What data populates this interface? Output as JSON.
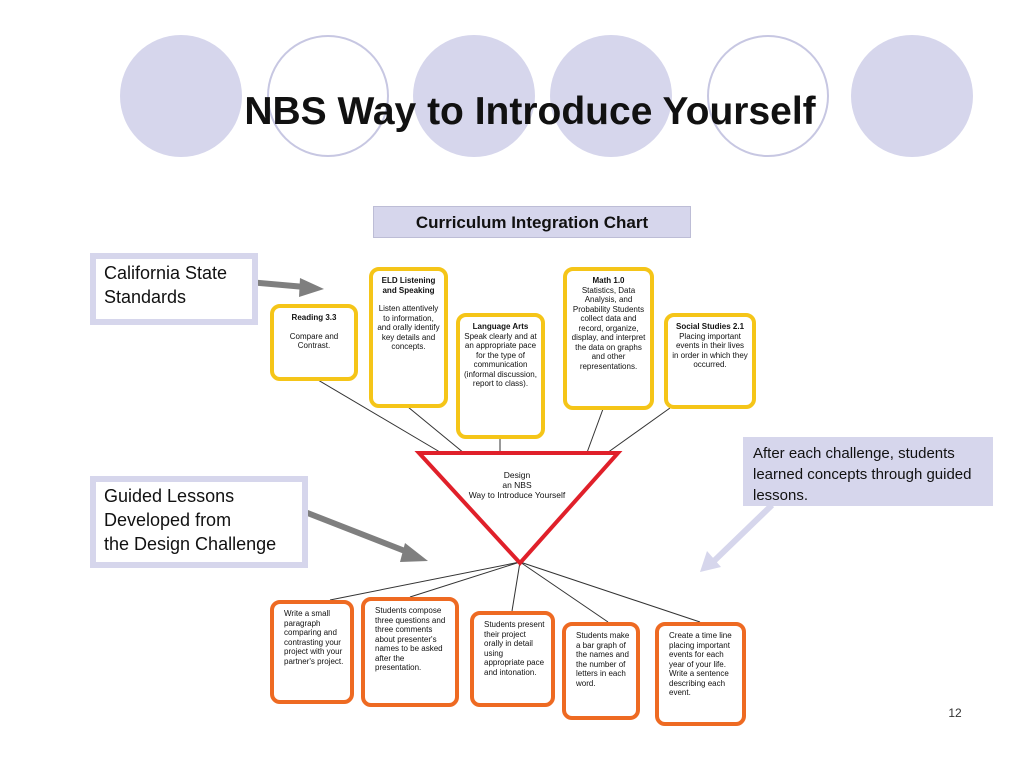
{
  "slide": {
    "title": "NBS Way to Introduce Yourself",
    "chart_heading": "Curriculum Integration Chart",
    "page_number": "12"
  },
  "callouts": {
    "standards": "California State\nStandards",
    "guided": "Guided Lessons\nDeveloped from\nthe Design Challenge",
    "after": "After each challenge, students learned concepts through guided lessons."
  },
  "center": {
    "label": "Design\nan NBS\nWay to Introduce Yourself"
  },
  "standards": [
    {
      "head": "Reading 3.3",
      "body": "Compare and Contrast."
    },
    {
      "head": "ELD Listening and Speaking",
      "body": "Listen attentively to information, and orally identify key details and concepts."
    },
    {
      "head": "Language Arts",
      "body": "Speak clearly and at an appropriate pace for the type of communication (informal discussion, report to class)."
    },
    {
      "head": "Math 1.0",
      "body": "Statistics, Data Analysis, and Probability Students collect data and record, organize, display, and interpret the data on graphs and other representations."
    },
    {
      "head": "Social Studies 2.1",
      "body": "Placing important events in their lives in order in which they occurred."
    }
  ],
  "lessons": [
    {
      "text": "Write a small paragraph comparing and contrasting your project with your partner's project."
    },
    {
      "text": "Students compose three questions and three comments about presenter's names to be asked after the presentation."
    },
    {
      "text": "Students present their project orally in detail using appropriate pace and intonation."
    },
    {
      "text": "Students make a bar graph of the names and the number of letters in each word."
    },
    {
      "text": "Create a time line placing important events for each year of your life. Write a sentence describing each event."
    }
  ],
  "colors": {
    "accent_lavender": "#d6d6ec",
    "standard_border": "#f5c518",
    "lesson_border": "#ee6a22",
    "triangle": "#e0202a",
    "arrow": "#7f7f7f"
  }
}
